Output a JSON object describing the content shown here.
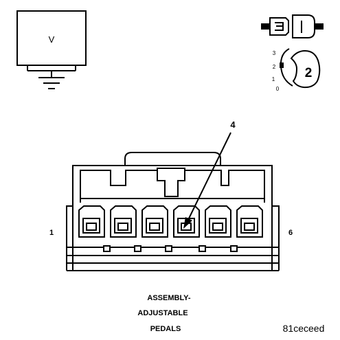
{
  "meter": {
    "symbol": "V"
  },
  "connector_view": {
    "badge": "2",
    "scale": [
      "3",
      "2",
      "1",
      "0"
    ]
  },
  "callout": {
    "pin": "4"
  },
  "pins": {
    "first": "1",
    "last": "6"
  },
  "title": {
    "line1": "ASSEMBLY-",
    "line2": "ADJUSTABLE",
    "line3": "PEDALS"
  },
  "figure_id": "81ceceed",
  "colors": {
    "ink": "#000000",
    "background": "#ffffff"
  }
}
